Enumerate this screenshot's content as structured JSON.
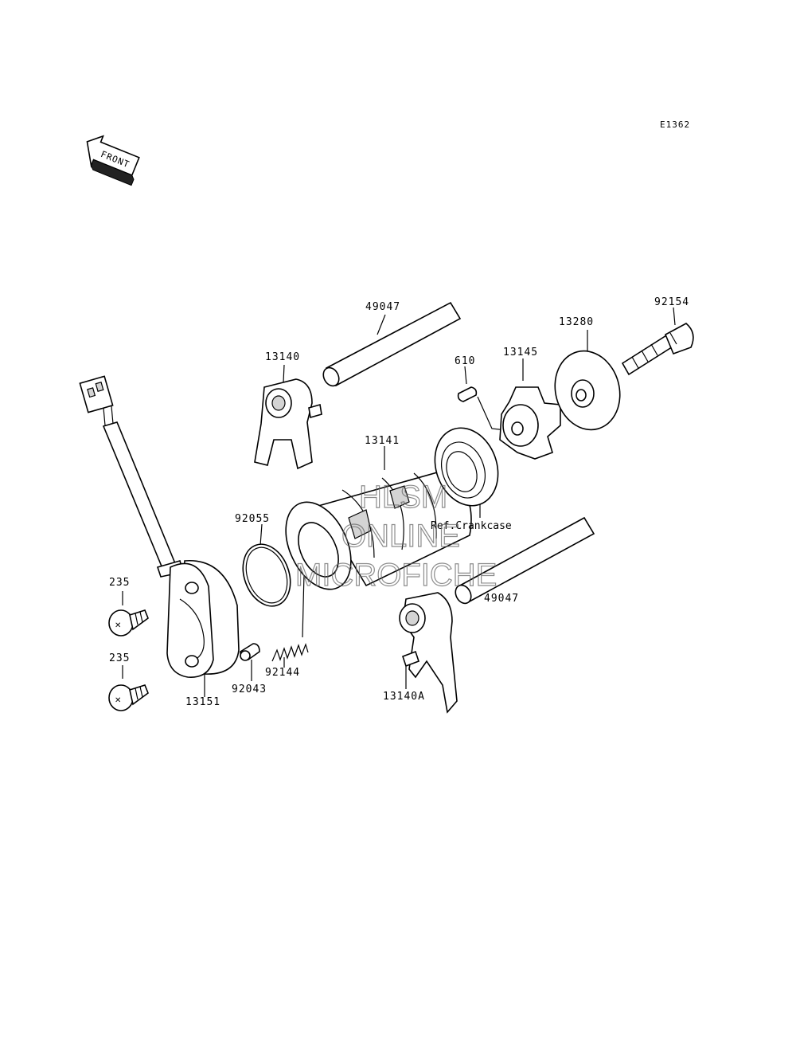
{
  "diagram_code": "E1362",
  "front_arrow": {
    "text": "FRONT",
    "icon": "front-arrow-icon"
  },
  "parts": {
    "shaft_top": "49047",
    "shaft_bottom": "49047",
    "fork_left": "13140",
    "fork_right": "13140A",
    "drum": "13141",
    "pin": "610",
    "drum_cam": "13145",
    "cover_plate": "13280",
    "bolt_long": "92154",
    "o_ring": "92055",
    "spring": "92144",
    "detent_pin": "92043",
    "sensor_housing": "13151",
    "screw_upper": "235",
    "screw_lower": "235"
  },
  "reference_label": "Ref.Crankcase",
  "watermark": {
    "line1": "HLSM",
    "line2": "ONLINE",
    "line3": "MICROFICHE"
  }
}
